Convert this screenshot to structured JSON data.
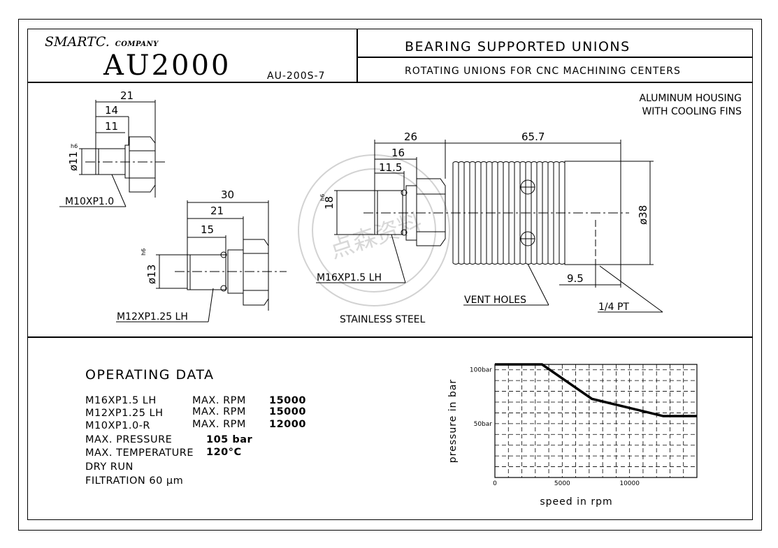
{
  "header": {
    "company": "SMARTC.",
    "company_suffix": "COMPANY",
    "model": "AU2000",
    "drawing_no": "AU-200S-7",
    "title": "BEARING SUPPORTED UNIONS",
    "subtitle": "ROTATING UNIONS FOR CNC MACHINING CENTERS"
  },
  "drawing": {
    "housing_note_1": "ALUMINUM HOUSING",
    "housing_note_2": "WITH COOLING FINS",
    "small_part": {
      "dim_21": "21",
      "dim_14": "14",
      "dim_11": "11",
      "dia": "ø11",
      "tol": "h6",
      "thread": "M10XP1.0"
    },
    "mid_part": {
      "dim_30": "30",
      "dim_21": "21",
      "dim_15": "15",
      "dia": "ø13",
      "tol": "h6",
      "thread": "M12XP1.25 LH"
    },
    "main_part": {
      "dim_26": "26",
      "dim_16": "16",
      "dim_11_5": "11.5",
      "dim_65_7": "65.7",
      "dim_18": "18",
      "tol": "h6",
      "dia_38": "ø38",
      "dim_9_5": "9.5",
      "thread": "M16XP1.5 LH",
      "port": "1/4 PT",
      "vent": "VENT HOLES",
      "material": "STAINLESS STEEL"
    },
    "watermark": "点森资料"
  },
  "operating": {
    "title": "OPERATING DATA",
    "rows": [
      {
        "name": "M16XP1.5 LH",
        "label": "MAX. RPM",
        "value": "15000"
      },
      {
        "name": "M12XP1.25 LH",
        "label": "MAX. RPM",
        "value": "15000"
      },
      {
        "name": "M10XP1.0-R",
        "label": "MAX. RPM",
        "value": "12000"
      }
    ],
    "pressure_label": "MAX. PRESSURE",
    "pressure_value": "105 bar",
    "temp_label": "MAX. TEMPERATURE",
    "temp_value": "120°C",
    "dry_run": "DRY RUN",
    "filtration": "FILTRATION 60 μm"
  },
  "chart_data": {
    "type": "line",
    "xlabel": "speed in rpm",
    "ylabel": "pressure in bar",
    "xlim": [
      0,
      15000
    ],
    "ylim": [
      0,
      105
    ],
    "x_ticks": [
      {
        "v": 0,
        "label": "0"
      },
      {
        "v": 5000,
        "label": "5000"
      },
      {
        "v": 10000,
        "label": "10000"
      }
    ],
    "y_ticks": [
      {
        "v": 100,
        "label": "100bar"
      },
      {
        "v": 50,
        "label": "50bar"
      }
    ],
    "grid": true,
    "x": [
      0,
      3500,
      7200,
      12500,
      15000
    ],
    "y": [
      105,
      105,
      73,
      57,
      57
    ]
  }
}
